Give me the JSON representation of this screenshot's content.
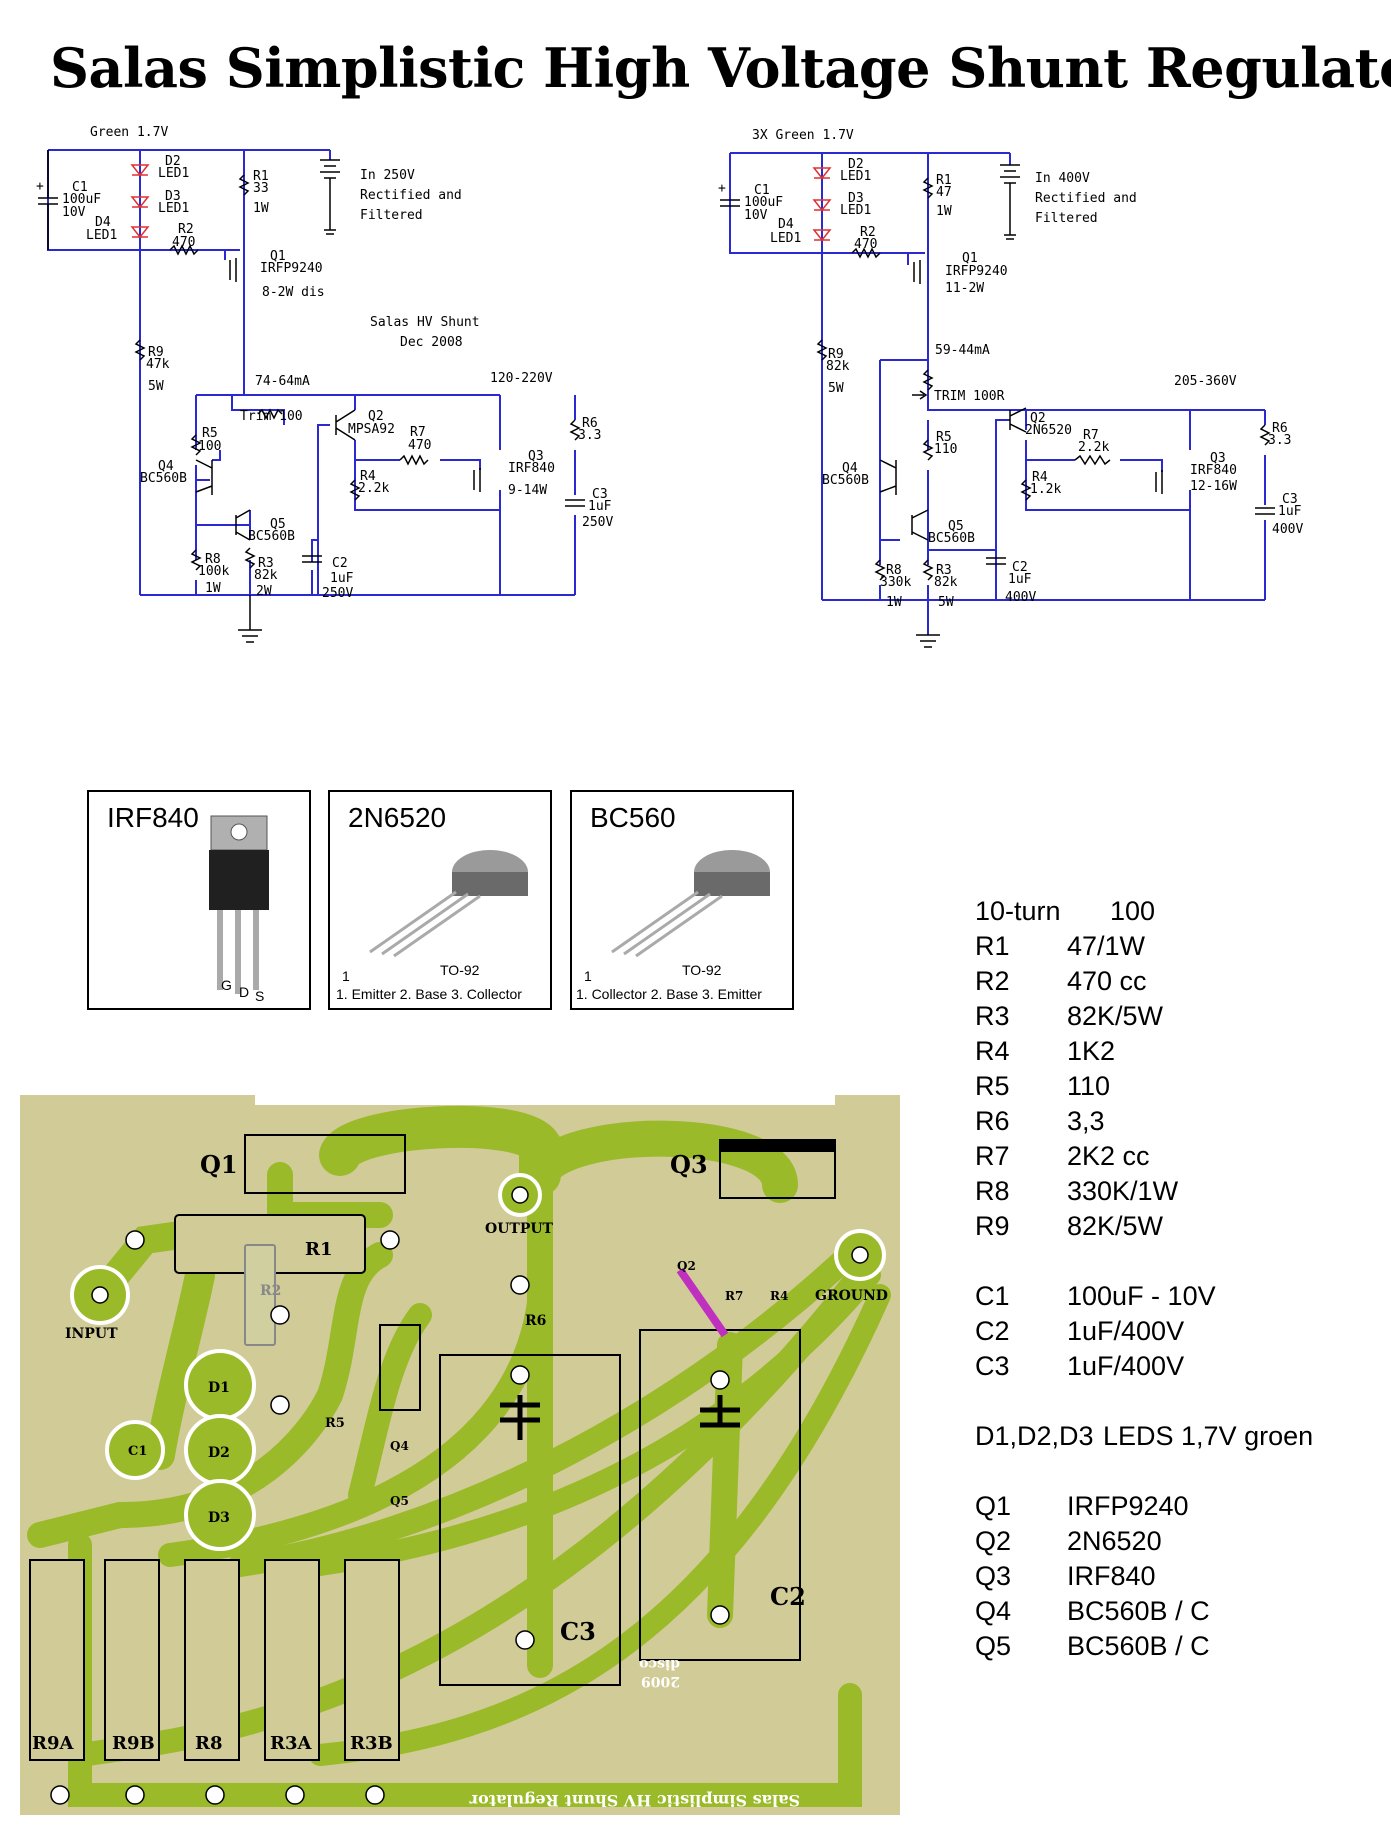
{
  "title": "Salas Simplistic High Voltage Shunt Regulator",
  "circuit_a": {
    "led_header": "Green 1.7V",
    "c1": [
      "C1",
      "100uF",
      "10V"
    ],
    "d2": [
      "D2",
      "LED1"
    ],
    "d3": [
      "D3",
      "LED1"
    ],
    "d4": [
      "D4",
      "LED1"
    ],
    "r2": [
      "R2",
      "470"
    ],
    "r1": [
      "R1",
      "33",
      "1W"
    ],
    "input": [
      "In 250V",
      "Rectified and",
      "Filtered"
    ],
    "q1": [
      "Q1",
      "IRFP9240"
    ],
    "q1_dis": "8-2W dis",
    "r9": [
      "R9",
      "47k",
      "5W"
    ],
    "note": [
      "Salas HV Shunt",
      "Dec 2008"
    ],
    "current": "74-64mA",
    "trim": "Trim 100",
    "r5": [
      "R5",
      "100"
    ],
    "q2": [
      "Q2",
      "MPSA92"
    ],
    "r7": [
      "R7",
      "470"
    ],
    "voltage": "120-220V",
    "r6": [
      "R6",
      "3.3"
    ],
    "q4": [
      "Q4",
      "BC560B"
    ],
    "r4": [
      "R4",
      "2.2k"
    ],
    "q3": [
      "Q3",
      "IRF840"
    ],
    "q3_dis": "9-14W",
    "c3": [
      "C3",
      "1uF",
      "250V"
    ],
    "q5": [
      "Q5",
      "BC560B"
    ],
    "r8": [
      "R8",
      "100k",
      "1W"
    ],
    "r3": [
      "R3",
      "82k",
      "2W"
    ],
    "c2": [
      "C2",
      "1uF",
      "250V"
    ]
  },
  "circuit_b": {
    "led_header": "3X Green 1.7V",
    "c1": [
      "C1",
      "100uF",
      "10V"
    ],
    "d2": [
      "D2",
      "LED1"
    ],
    "d3": [
      "D3",
      "LED1"
    ],
    "d4": [
      "D4",
      "LED1"
    ],
    "r2": [
      "R2",
      "470"
    ],
    "r1": [
      "R1",
      "47",
      "1W"
    ],
    "input": [
      "In 400V",
      "Rectified and",
      "Filtered"
    ],
    "q1": [
      "Q1",
      "IRFP9240"
    ],
    "q1_dis": "11-2W",
    "r9": [
      "R9",
      "82k",
      "5W"
    ],
    "current": "59-44mA",
    "trim": "TRIM 100R",
    "r5": [
      "R5",
      "110"
    ],
    "q2": [
      "Q2",
      "2N6520"
    ],
    "r7": [
      "R7",
      "2.2k"
    ],
    "voltage": "205-360V",
    "r6": [
      "R6",
      "3.3"
    ],
    "q4": [
      "Q4",
      "BC560B"
    ],
    "r4": [
      "R4",
      "1.2k"
    ],
    "q3": [
      "Q3",
      "IRF840"
    ],
    "q3_dis": "12-16W",
    "c3": [
      "C3",
      "1uF",
      "400V"
    ],
    "q5": [
      "Q5",
      "BC560B"
    ],
    "r8": [
      "R8",
      "330k",
      "1W"
    ],
    "r3": [
      "R3",
      "82k",
      "5W"
    ],
    "c2": [
      "C2",
      "1uF",
      "400V"
    ]
  },
  "packages": [
    {
      "name": "IRF840",
      "pins": [
        "G",
        "D",
        "S"
      ]
    },
    {
      "name": "2N6520",
      "pkg": "TO-92",
      "pin1": "1",
      "pins_text": "1. Emitter  2. Base  3. Collector"
    },
    {
      "name": "BC560",
      "pkg": "TO-92",
      "pin1": "1",
      "pins_text": "1. Collector  2. Base  3. Emitter"
    }
  ],
  "bom": [
    {
      "ref": "10-turn",
      "val": "100"
    },
    {
      "ref": "R1",
      "val": "47/1W"
    },
    {
      "ref": "R2",
      "val": "470 cc"
    },
    {
      "ref": "R3",
      "val": "82K/5W"
    },
    {
      "ref": "R4",
      "val": "1K2"
    },
    {
      "ref": "R5",
      "val": "110"
    },
    {
      "ref": "R6",
      "val": "3,3"
    },
    {
      "ref": "R7",
      "val": "2K2 cc"
    },
    {
      "ref": "R8",
      "val": "330K/1W"
    },
    {
      "ref": "R9",
      "val": "82K/5W"
    },
    {
      "ref": "C1",
      "val": "100uF - 10V"
    },
    {
      "ref": "C2",
      "val": "1uF/400V"
    },
    {
      "ref": "C3",
      "val": "1uF/400V"
    },
    {
      "ref": "D1,D2,D3",
      "val": "LEDS 1,7V groen"
    },
    {
      "ref": "Q1",
      "val": "IRFP9240"
    },
    {
      "ref": "Q2",
      "val": "2N6520"
    },
    {
      "ref": "Q3",
      "val": "IRF840"
    },
    {
      "ref": "Q4",
      "val": "BC560B / C"
    },
    {
      "ref": "Q5",
      "val": "BC560B / C"
    }
  ],
  "pcb": {
    "labels": {
      "q1": "Q1",
      "q3": "Q3",
      "r1": "R1",
      "r2": "R2",
      "input": "INPUT",
      "output": "OUTPUT",
      "ground": "GROUND",
      "q2": "Q2",
      "r7": "R7",
      "r4": "R4",
      "r6": "R6",
      "d1": "D1",
      "d2": "D2",
      "d3": "D3",
      "c1": "C1",
      "r5": "R5",
      "q4": "Q4",
      "q5": "Q5",
      "c3": "C3",
      "c2": "C2",
      "r9a": "R9A",
      "r9b": "R9B",
      "r8": "R8",
      "r3a": "R3A",
      "r3b": "R3B"
    },
    "credit": [
      "disco",
      "2009"
    ],
    "mirror_text": "Salas Simplistic HV Shunt Regulator"
  },
  "colors": {
    "wire": "#2a2ad0",
    "pcb_bg": "#d1cb97",
    "trace": "#9aba2a",
    "led": "#e03030",
    "jumper": "#c030c0"
  }
}
